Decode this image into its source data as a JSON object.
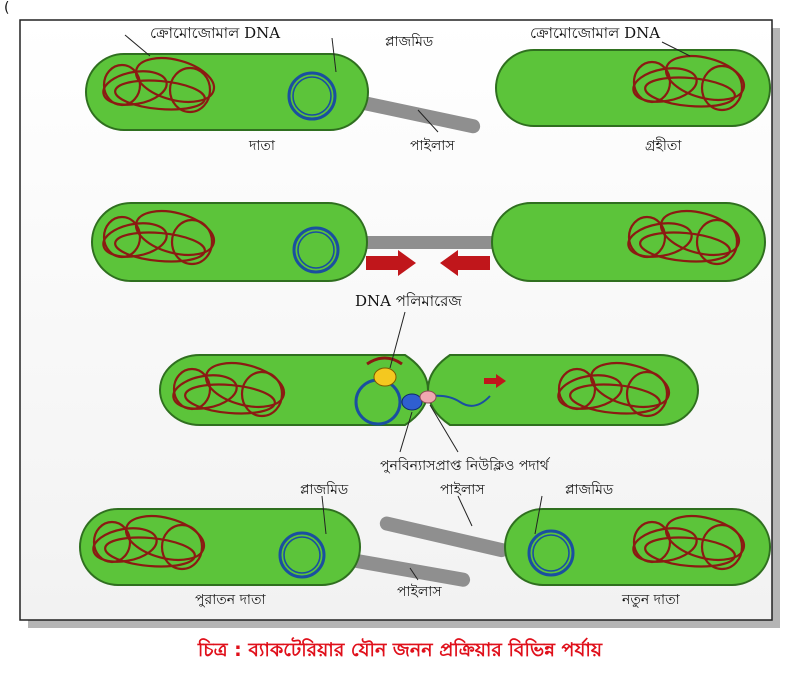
{
  "top_fragment": "(",
  "labels": {
    "chromosomal_dna_donor": "ক্রোমোজোমাল DNA",
    "plasmid_top": "প্লাজমিড",
    "chromosomal_dna_recipient": "ক্রোমোজোমাল DNA",
    "donor": "দাতা",
    "pilus_top": "পাইলাস",
    "recipient": "গ্রহীতা",
    "dna_polymerase": "DNA পলিমারেজ",
    "recombined_nucleic": "পুনবিন্যাসপ্রাপ্ত নিউক্লিও পদার্থ",
    "plasmid_bottom_left": "প্লাজমিড",
    "pilus_bottom_top": "পাইলাস",
    "plasmid_bottom_right": "প্লাজমিড",
    "old_donor": "পুরাতন দাতা",
    "pilus_bottom": "পাইলাস",
    "new_donor": "নতুন দাতা"
  },
  "caption": "চিত্র : ব্যাকটেরিয়ার যৌন জনন প্রক্রিয়ার বিভিন্ন পর্যায়",
  "colors": {
    "cell_fill": "#5cc43a",
    "cell_stroke": "#2f6f1f",
    "dna": "#8b1a12",
    "plasmid": "#1a4fa0",
    "pilus": "#8f8f8f",
    "arrow": "#c0161b",
    "caption": "#e0101b"
  }
}
